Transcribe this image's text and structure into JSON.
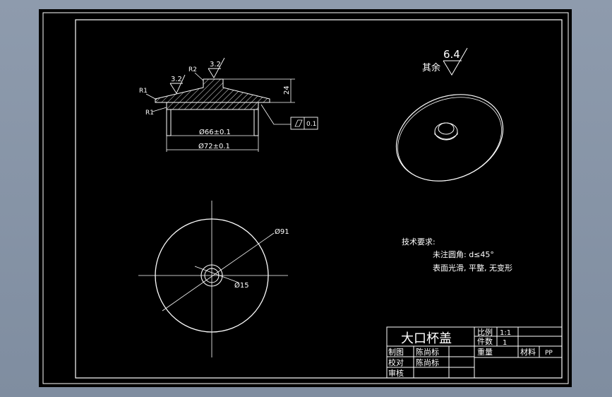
{
  "drawing": {
    "top_view": {
      "roughness_small_left": "3.2",
      "roughness_small_right": "3.2",
      "radius_top": "R2",
      "radius_left_upper": "R1",
      "radius_left_lower": "R1",
      "height_dim": "24",
      "inner_diameter": "Ø66±0.1",
      "outer_diameter": "Ø72±0.1",
      "flatness_value": "0.1"
    },
    "plan_view": {
      "outer_dia": "Ø91",
      "inner_dia": "Ø15"
    },
    "roughness_general": {
      "prefix": "其余",
      "value": "6.4"
    },
    "tech_req": {
      "title": "技术要求:",
      "line1": "未注圆角: d≤45°",
      "line2": "表面光滑, 平整, 无变形"
    },
    "title_block": {
      "part_name": "大口杯盖",
      "scale_label": "比例",
      "scale_value": "1:1",
      "qty_label": "件数",
      "qty_value": "1",
      "drawn_label": "制图",
      "drawn_name": "陈尚标",
      "checked_label": "校对",
      "checked_name": "陈尚标",
      "review_label": "审核",
      "weight_label": "重量",
      "material_label": "材料",
      "material_value": "PP"
    }
  }
}
